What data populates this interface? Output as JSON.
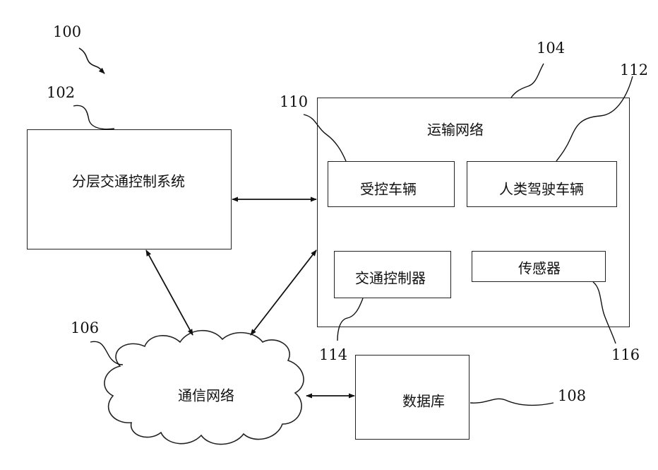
{
  "figure": {
    "ref": "100",
    "hierarchical_system": {
      "ref": "102",
      "label": "分层交通控制系统"
    },
    "transport_network": {
      "ref": "104",
      "label": "运输网络"
    },
    "communication_network": {
      "ref": "106",
      "label": "通信网络"
    },
    "database": {
      "ref": "108",
      "label": "数据库"
    },
    "controlled_vehicle": {
      "ref": "110",
      "label": "受控车辆"
    },
    "human_driven_vehicle": {
      "ref": "112",
      "label": "人类驾驶车辆"
    },
    "traffic_controller": {
      "ref": "114",
      "label": "交通控制器"
    },
    "sensor": {
      "ref": "116",
      "label": "传感器"
    }
  }
}
